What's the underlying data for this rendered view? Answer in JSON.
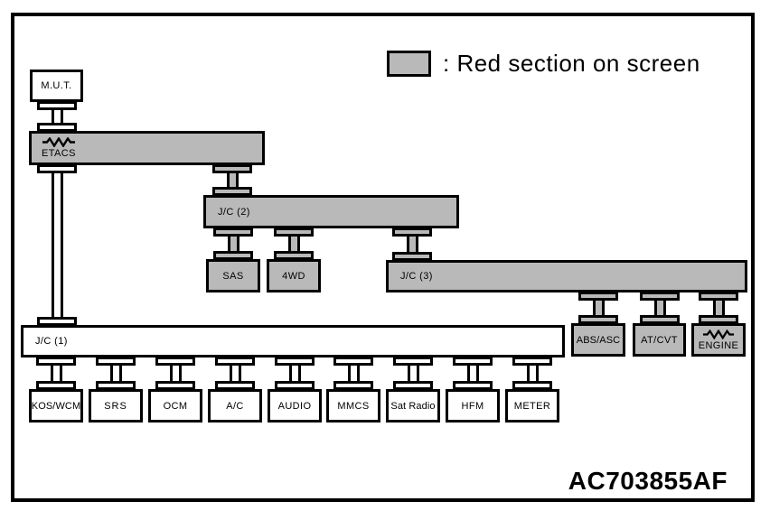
{
  "legend": {
    "label": ": Red section on screen",
    "swatch_color": "#b9b9b9"
  },
  "figure_code": "AC703855AF",
  "colors": {
    "highlight_gray": "#b9b9b9",
    "line": "#000000",
    "background": "#ffffff"
  },
  "icons": {
    "resistor": "resistor-zigzag"
  },
  "nodes": {
    "mut": "M.U.T.",
    "etacs": "ETACS",
    "jc2": "J/C (2)",
    "sas": "SAS",
    "fourwd": "4WD",
    "jc3": "J/C (3)",
    "jc1": "J/C (1)",
    "abs_asc": "ABS/ASC",
    "at_cvt": "AT/CVT",
    "engine": "ENGINE",
    "kos_wcm": "KOS/WCM",
    "srs": "SRS",
    "ocm": "OCM",
    "ac": "A/C",
    "audio": "AUDIO",
    "mmcs": "MMCS",
    "sat_radio": "Sat Radio",
    "hfm": "HFM",
    "meter": "METER"
  }
}
